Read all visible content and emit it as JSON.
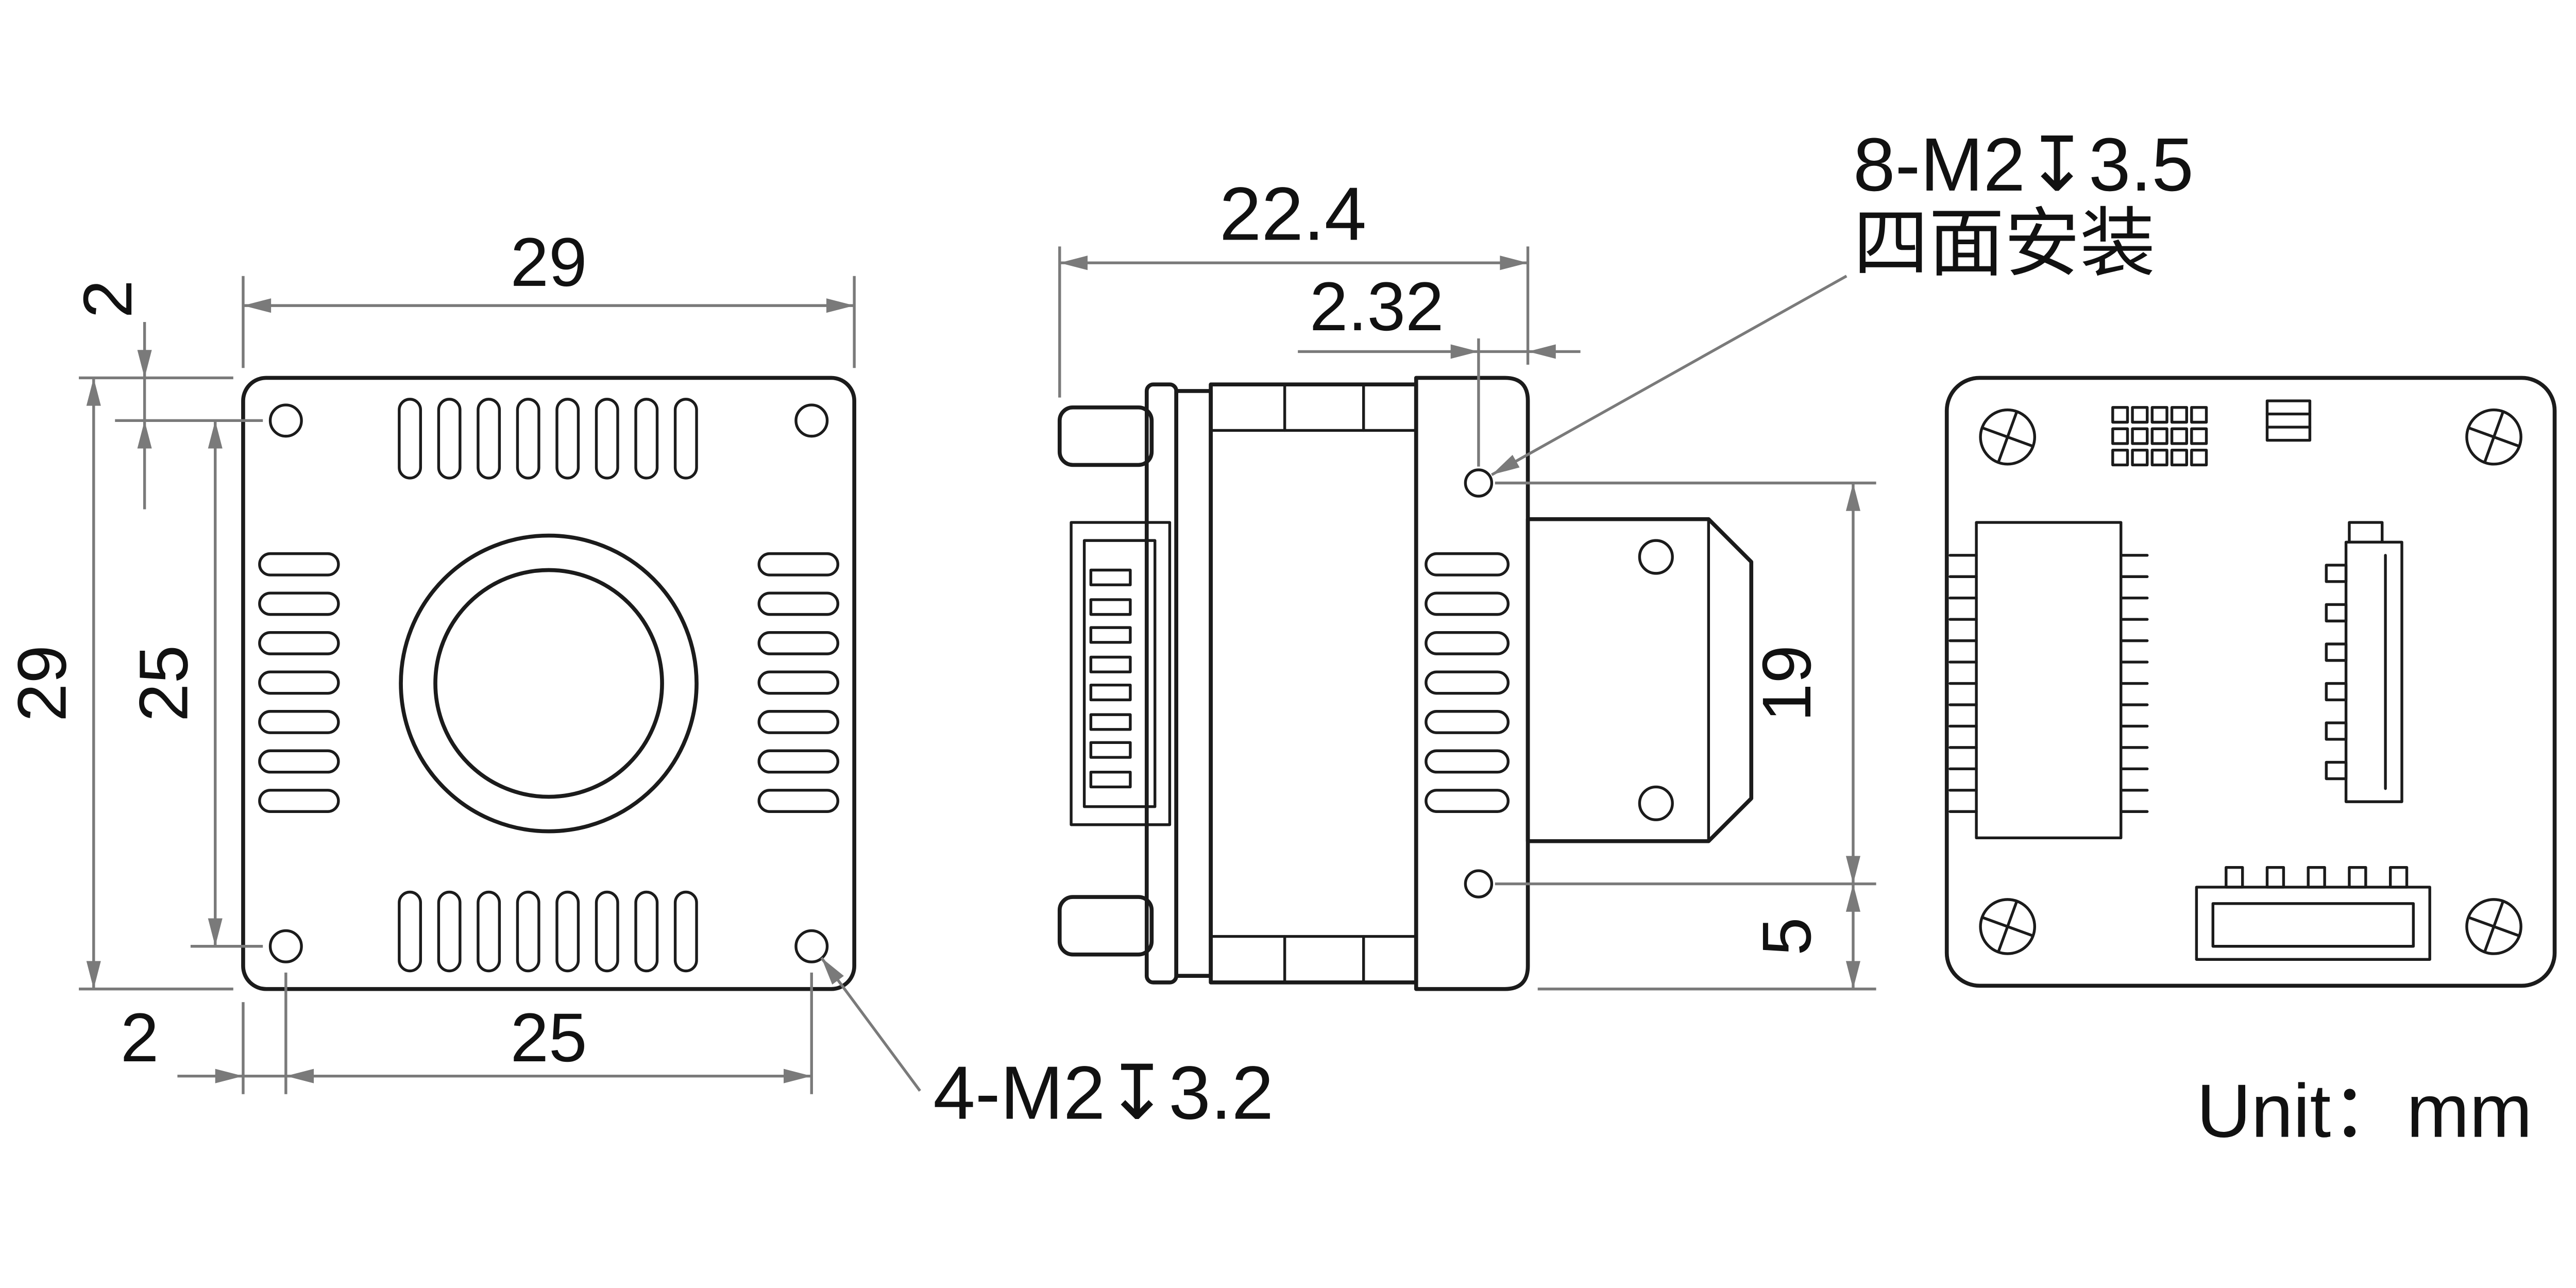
{
  "page": {
    "background": "#ffffff",
    "unit_label": "Unit：mm"
  },
  "colors": {
    "outline": "#1b1b1b",
    "dimension_lines": "#7a7a7a",
    "text": "#111111"
  },
  "front_view": {
    "dim_width": "29",
    "dim_height": "29",
    "dim_hole_offset_top": "2",
    "dim_hole_offset_left": "2",
    "dim_hole_pitch_horizontal": "25",
    "dim_hole_pitch_vertical": "25",
    "thread_note": "4-M2↧3.2"
  },
  "side_view": {
    "dim_depth": "22.4",
    "dim_hole_to_front_face": "2.32",
    "dim_hole_pitch": "19",
    "dim_hole_to_bottom": "5",
    "thread_note": "8-M2↧3.5",
    "mounting_note": "四面安装"
  }
}
